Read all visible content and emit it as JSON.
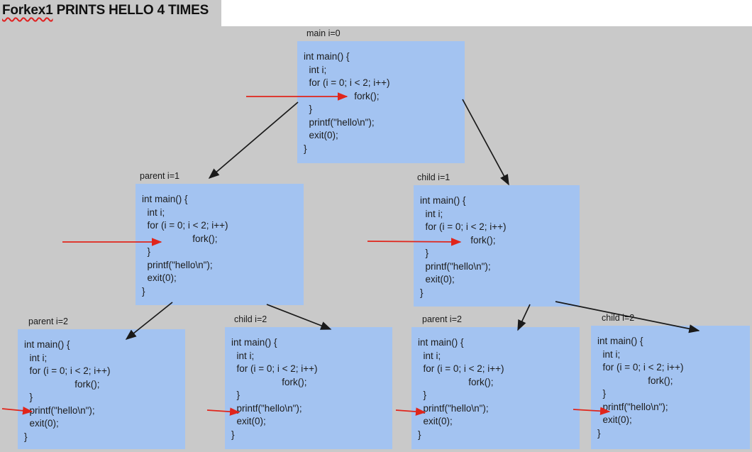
{
  "title": {
    "highlighted_word": "Forkex1",
    "rest": " PRINTS HELLO 4 TIMES"
  },
  "code": {
    "text": "int main() {\n  int i;\n  for (i = 0; i < 2; i++)\n                   fork();\n  }\n  printf(\"hello\\n\");\n  exit(0);\n}"
  },
  "nodes": [
    {
      "label": "main i=0"
    },
    {
      "label": "parent i=1"
    },
    {
      "label": "child i=1"
    },
    {
      "label": "parent i=2"
    },
    {
      "label": "child i=2"
    },
    {
      "label": "parent i=2"
    },
    {
      "label": "child i=2"
    }
  ],
  "edges": [
    {
      "from": "main i=0",
      "to": "parent i=1"
    },
    {
      "from": "main i=0",
      "to": "child i=1"
    },
    {
      "from": "parent i=1",
      "to": "parent i=2 (left)"
    },
    {
      "from": "parent i=1",
      "to": "child i=2 (left)"
    },
    {
      "from": "child i=1",
      "to": "parent i=2 (right)"
    },
    {
      "from": "child i=1",
      "to": "child i=2 (right)"
    }
  ],
  "pointers": [
    {
      "node": "main i=0",
      "points_at": "fork();"
    },
    {
      "node": "parent i=1",
      "points_at": "fork();"
    },
    {
      "node": "child i=1",
      "points_at": "fork();"
    },
    {
      "node": "parent i=2 (left)",
      "points_at": "printf(\"hello\\n\");"
    },
    {
      "node": "child i=2 (left)",
      "points_at": "printf(\"hello\\n\");"
    },
    {
      "node": "parent i=2 (right)",
      "points_at": "printf(\"hello\\n\");"
    },
    {
      "node": "child i=2 (right)",
      "points_at": "printf(\"hello\\n\");"
    }
  ],
  "colors": {
    "background": "#c9c9c9",
    "box_fill": "#a3c3f1",
    "black_arrow": "#1a1a1a",
    "red_arrow": "#e0251b",
    "title_underline": "#e02020"
  }
}
